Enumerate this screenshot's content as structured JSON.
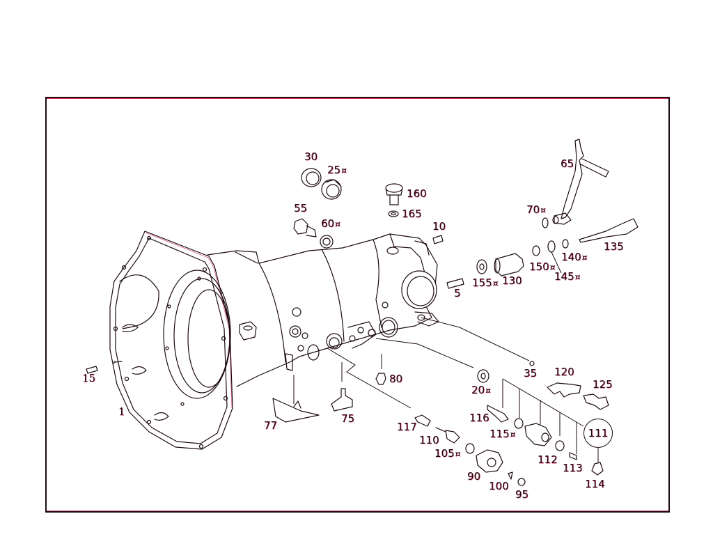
{
  "diagram": {
    "type": "exploded-parts-view",
    "subject": "manual transmission housing",
    "frame_color": "#1a0a0e",
    "line_color": "#1c0a10",
    "alias_color": "#c8284f",
    "marker_symbol": "¤"
  },
  "parts": {
    "p1": {
      "num": "1",
      "marker": ""
    },
    "p5": {
      "num": "5",
      "marker": ""
    },
    "p10": {
      "num": "10",
      "marker": ""
    },
    "p15": {
      "num": "15",
      "marker": ""
    },
    "p20": {
      "num": "20",
      "marker": "¤"
    },
    "p25": {
      "num": "25",
      "marker": "¤"
    },
    "p30": {
      "num": "30",
      "marker": ""
    },
    "p35": {
      "num": "35",
      "marker": ""
    },
    "p55": {
      "num": "55",
      "marker": ""
    },
    "p60": {
      "num": "60",
      "marker": "¤"
    },
    "p65": {
      "num": "65",
      "marker": ""
    },
    "p70": {
      "num": "70",
      "marker": "¤"
    },
    "p75": {
      "num": "75",
      "marker": ""
    },
    "p77": {
      "num": "77",
      "marker": ""
    },
    "p80": {
      "num": "80",
      "marker": ""
    },
    "p90": {
      "num": "90",
      "marker": ""
    },
    "p95": {
      "num": "95",
      "marker": ""
    },
    "p100": {
      "num": "100",
      "marker": ""
    },
    "p105": {
      "num": "105",
      "marker": "¤"
    },
    "p110": {
      "num": "110",
      "marker": ""
    },
    "p111": {
      "num": "111",
      "marker": ""
    },
    "p112": {
      "num": "112",
      "marker": ""
    },
    "p113": {
      "num": "113",
      "marker": ""
    },
    "p114": {
      "num": "114",
      "marker": ""
    },
    "p115": {
      "num": "115",
      "marker": "¤"
    },
    "p116": {
      "num": "116",
      "marker": ""
    },
    "p117": {
      "num": "117",
      "marker": ""
    },
    "p120": {
      "num": "120",
      "marker": ""
    },
    "p125": {
      "num": "125",
      "marker": ""
    },
    "p130": {
      "num": "130",
      "marker": ""
    },
    "p135": {
      "num": "135",
      "marker": ""
    },
    "p140": {
      "num": "140",
      "marker": "¤"
    },
    "p145": {
      "num": "145",
      "marker": "¤"
    },
    "p150": {
      "num": "150",
      "marker": "¤"
    },
    "p155": {
      "num": "155",
      "marker": "¤"
    },
    "p160": {
      "num": "160",
      "marker": ""
    },
    "p165": {
      "num": "165",
      "marker": ""
    }
  }
}
